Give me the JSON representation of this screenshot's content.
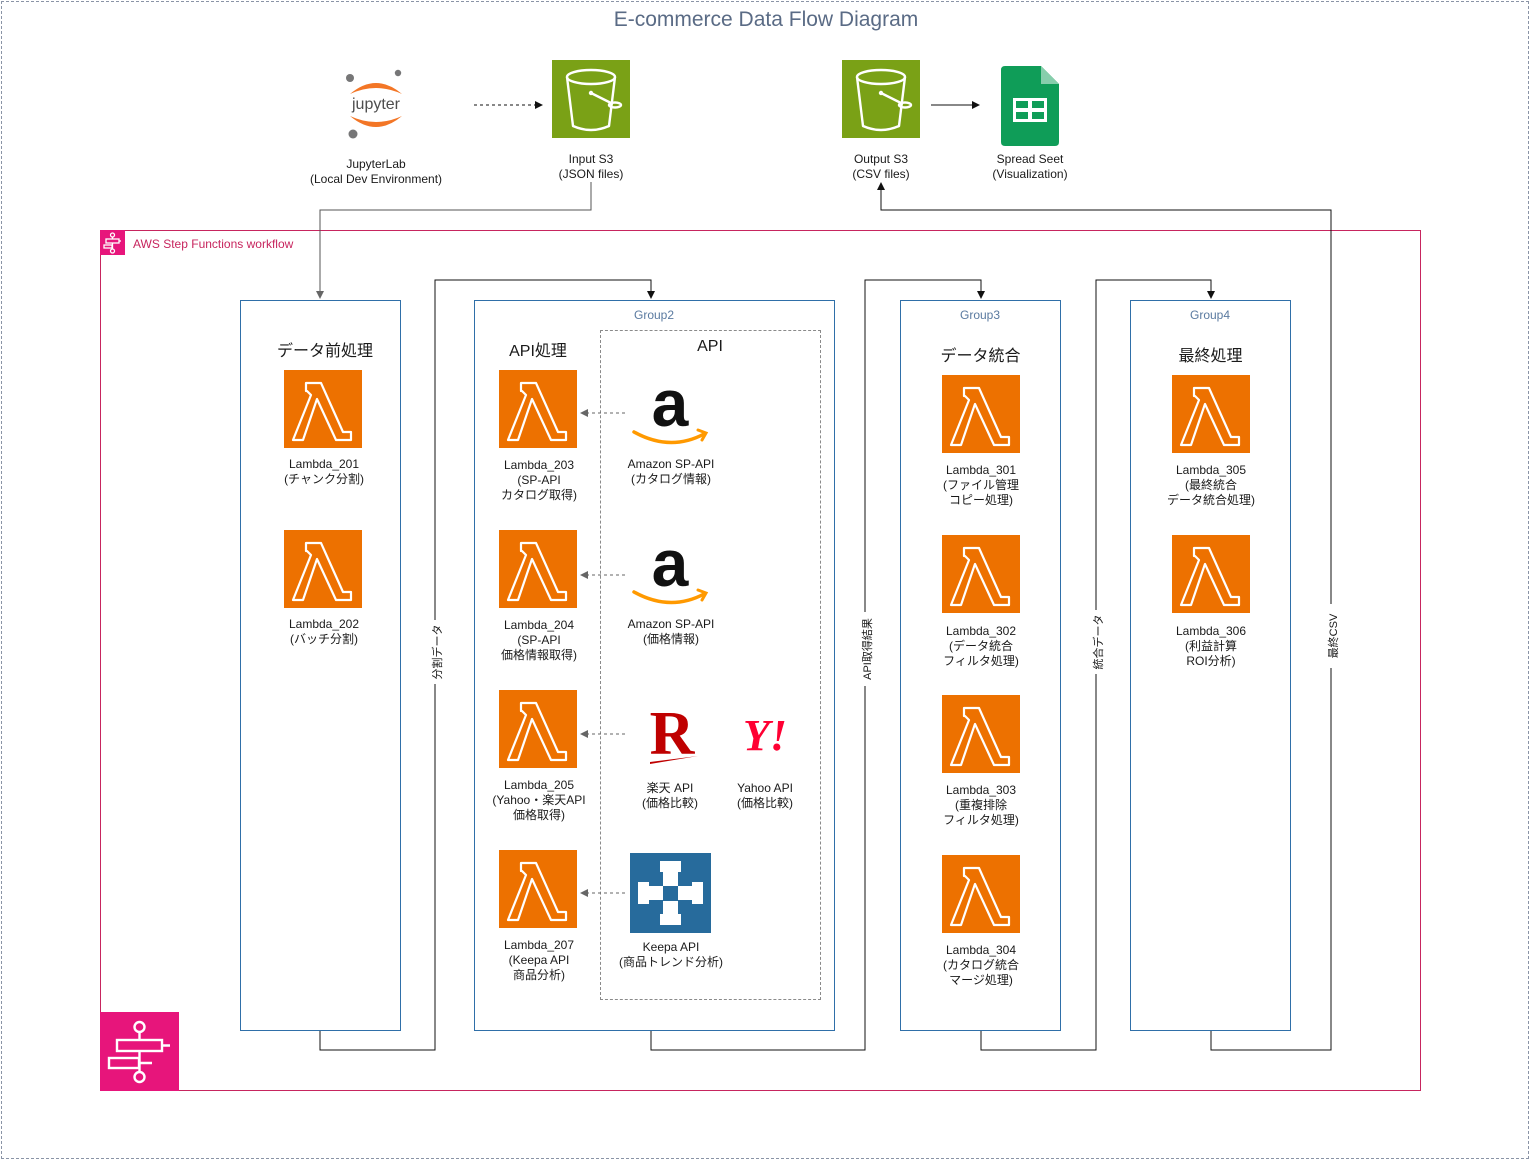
{
  "title": "E-commerce Data Flow Diagram",
  "top": {
    "jupyter": {
      "logo": "jupyter",
      "label": "JupyterLab\n(Local Dev Environment)"
    },
    "input_s3": {
      "label": "Input S3\n(JSON files)"
    },
    "output_s3": {
      "label": "Output S3\n(CSV files)"
    },
    "sheet": {
      "label": "Spread Seet\n(Visualization)"
    }
  },
  "workflow": {
    "label": "AWS Step Functions workflow"
  },
  "groups": {
    "g1": {
      "heading": "データ前処理",
      "lambdas": [
        "Lambda_201\n(チャンク分割)",
        "Lambda_202\n(バッチ分割)"
      ]
    },
    "g2": {
      "name": "Group2",
      "heading": "API処理",
      "api_heading": "API",
      "lambdas": [
        "Lambda_203\n(SP-API\nカタログ取得)",
        "Lambda_204\n(SP-API\n価格情報取得)",
        "Lambda_205\n(Yahoo・楽天API\n価格取得)",
        "Lambda_207\n(Keepa API\n商品分析)"
      ],
      "apis": {
        "amazon1": {
          "logo": "a",
          "label": "Amazon SP-API\n(カタログ情報)"
        },
        "amazon2": {
          "logo": "a",
          "label": "Amazon SP-API\n(価格情報)"
        },
        "rakuten": {
          "logo": "R",
          "label": "楽天 API\n(価格比較)"
        },
        "yahoo": {
          "logo": "Y!",
          "label": "Yahoo API\n(価格比較)"
        },
        "keepa": {
          "label": "Keepa API\n(商品トレンド分析)"
        }
      }
    },
    "g3": {
      "name": "Group3",
      "heading": "データ統合",
      "lambdas": [
        "Lambda_301\n(ファイル管理\nコピー処理)",
        "Lambda_302\n(データ統合\nフィルタ処理)",
        "Lambda_303\n(重複排除\nフィルタ処理)",
        "Lambda_304\n(カタログ統合\nマージ処理)"
      ]
    },
    "g4": {
      "name": "Group4",
      "heading": "最終処理",
      "lambdas": [
        "Lambda_305\n(最終統合\nデータ統合処理)",
        "Lambda_306\n(利益計算\nROI分析)"
      ]
    }
  },
  "edges": {
    "e1": "分割データ",
    "e2": "API取得結果",
    "e3": "統合データ",
    "e4": "最終CSV"
  },
  "colors": {
    "lambda": "#ed7100",
    "s3": "#7aa116",
    "sfn": "#e7157b",
    "group_border": "#2f6fa8",
    "sheets": "#0f9d58",
    "keepa": "#276b9c",
    "rakuten": "#bf0000",
    "yahoo": "#ff0033"
  }
}
